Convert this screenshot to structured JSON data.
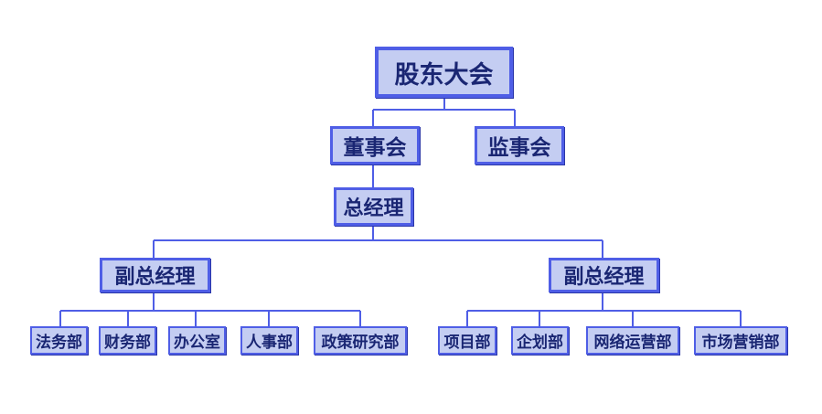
{
  "diagram": {
    "title": "",
    "nodes": {
      "shareholders": "股东大会",
      "board": "董事会",
      "supervisors": "监事会",
      "gm": "总经理",
      "vp_left": "副总经理",
      "vp_right": "副总经理",
      "dept_legal": "法务部",
      "dept_finance": "财务部",
      "dept_office": "办公室",
      "dept_hr": "人事部",
      "dept_policy": "政策研究部",
      "dept_project": "项目部",
      "dept_planning": "企划部",
      "dept_network": "网络运营部",
      "dept_marketing": "市场营销部"
    },
    "edges": [
      [
        "shareholders",
        "board"
      ],
      [
        "shareholders",
        "supervisors"
      ],
      [
        "board",
        "gm"
      ],
      [
        "gm",
        "vp_left"
      ],
      [
        "gm",
        "vp_right"
      ],
      [
        "vp_left",
        "dept_legal"
      ],
      [
        "vp_left",
        "dept_finance"
      ],
      [
        "vp_left",
        "dept_office"
      ],
      [
        "vp_left",
        "dept_hr"
      ],
      [
        "vp_left",
        "dept_policy"
      ],
      [
        "vp_right",
        "dept_project"
      ],
      [
        "vp_right",
        "dept_planning"
      ],
      [
        "vp_right",
        "dept_network"
      ],
      [
        "vp_right",
        "dept_marketing"
      ]
    ],
    "colors": {
      "box_fill": "#c4cdf2",
      "box_border": "#4f5ee6",
      "line": "#4f5ee6",
      "text": "#1a2673"
    }
  }
}
